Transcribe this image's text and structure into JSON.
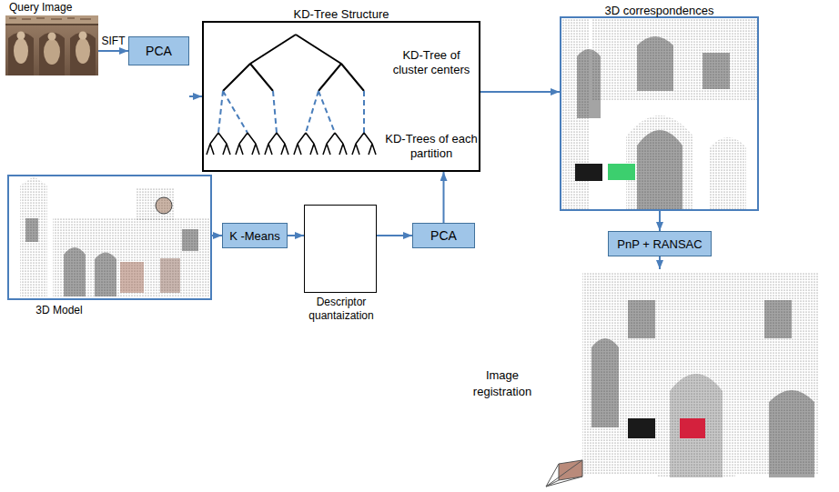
{
  "diagram": {
    "nodes": [
      {
        "text": [
          "Query Image"
        ]
      },
      {
        "text": [
          "PCA"
        ]
      },
      {
        "text": [
          "KD-Tree Structure",
          "KD-Tree of cluster centers",
          "KD-Trees of each partition"
        ]
      },
      {
        "text": [
          "3D correspondences"
        ]
      },
      {
        "text": [
          "3D Model"
        ]
      },
      {
        "text": [
          "K -Means"
        ]
      },
      {
        "text": [
          "Descriptor quantaization"
        ]
      },
      {
        "text": [
          "PCA"
        ]
      },
      {
        "text": [
          "PnP + RANSAC"
        ]
      },
      {
        "text": [
          "Image registration"
        ]
      }
    ],
    "edges": [
      {
        "from": 0,
        "to": 1,
        "label": "SIFT",
        "arrow": "to"
      },
      {
        "from": 1,
        "to": 2,
        "arrow": "to"
      },
      {
        "from": 2,
        "to": 3,
        "arrow": "to"
      },
      {
        "from": 3,
        "to": 8,
        "arrow": "to"
      },
      {
        "from": 8,
        "to": 9,
        "arrow": "to"
      },
      {
        "from": 4,
        "to": 5,
        "arrow": "to"
      },
      {
        "from": 5,
        "to": 6,
        "arrow": "to"
      },
      {
        "from": 6,
        "to": 7,
        "arrow": "to"
      },
      {
        "from": 7,
        "to": 2,
        "arrow": "to"
      }
    ]
  }
}
